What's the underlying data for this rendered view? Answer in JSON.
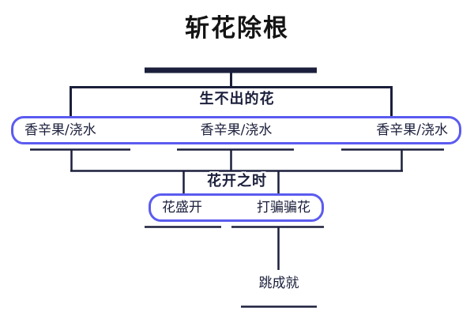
{
  "diagram": {
    "title": "斩花除根",
    "type": "flowchart",
    "colors": {
      "title_text": "#141414",
      "node_border": "#5b5bf0",
      "connector": "#1b1f3b",
      "label_text": "#1b1f3b",
      "label_outline": "#ffffff",
      "background": "#ffffff"
    },
    "stages": [
      {
        "label": "生不出的花",
        "items": [
          {
            "text": "香辛果/浇水"
          },
          {
            "text": "香辛果/浇水"
          },
          {
            "text": "香辛果/浇水"
          }
        ]
      },
      {
        "label": "花开之时",
        "items": [
          {
            "text": "花盛开"
          },
          {
            "text": "打骗骗花"
          }
        ]
      }
    ],
    "terminal": {
      "text": "跳成就"
    }
  }
}
